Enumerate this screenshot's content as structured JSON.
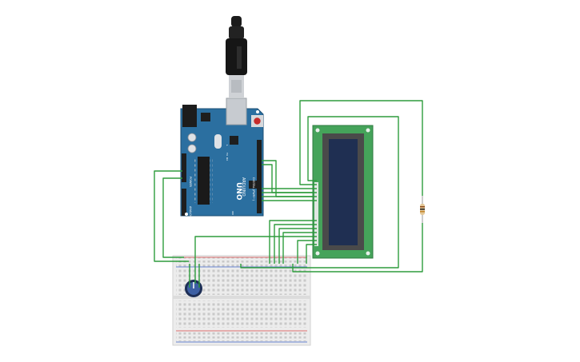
{
  "arduino": {
    "brand_text": "ARDUINO",
    "model_text": "UNO",
    "power_header_label": "POWER",
    "analog_header_label": "ANALOG IN",
    "digital_header_label": "DIGITAL (PWM~)",
    "tx_label": "TX",
    "rx_label": "RX",
    "on_label": "ON",
    "l_label": "L"
  },
  "wire_color": "#2e9c3d",
  "pcb_color": "#2b6fa0",
  "lcd_pcb_color": "#45a35a",
  "lcd_screen_color": "#1f2f52",
  "icons": [
    "usb-cable-icon",
    "potentiometer-knob-icon",
    "resistor-icon"
  ]
}
